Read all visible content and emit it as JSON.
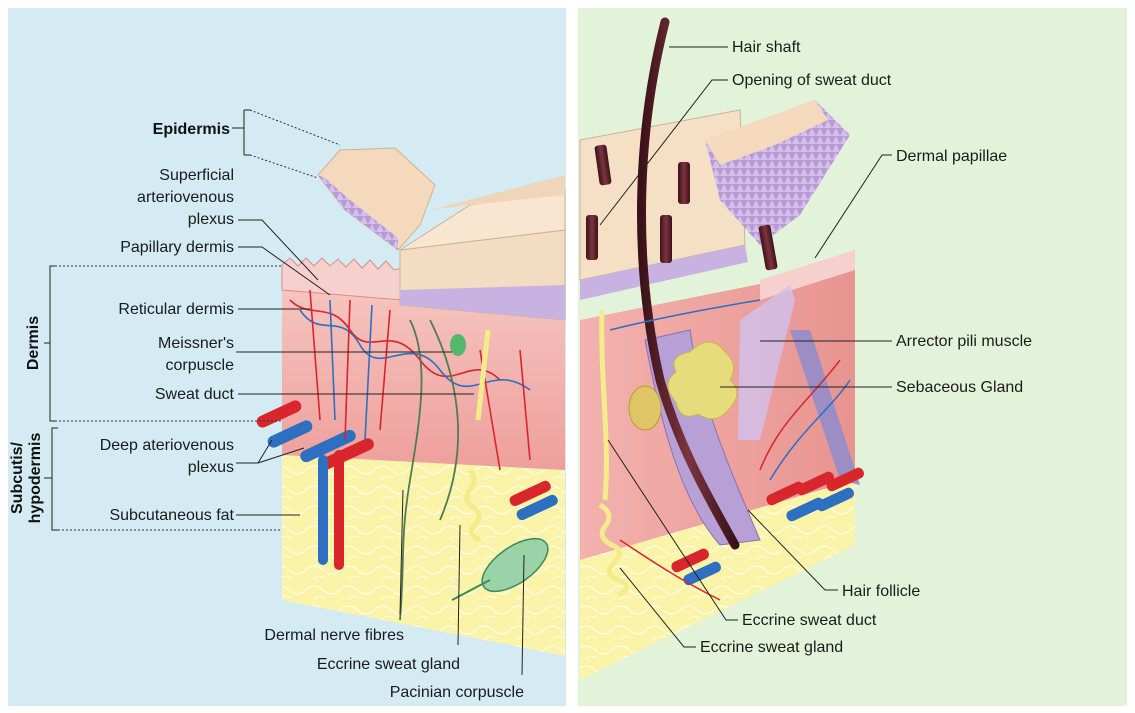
{
  "colors": {
    "left_panel_bg": "#d4ebf3",
    "right_panel_bg": "#e3f3da",
    "epidermis": "#f4dcc2",
    "epidermis_base": "#c9b3e0",
    "dermis": "#f2b6b2",
    "fat": "#fbf3a8",
    "artery": "#d9262c",
    "vein": "#2d6fc0",
    "nerve": "#4d7d53",
    "hair": "#5a2530",
    "sebaceous": "#e7dc7c"
  },
  "layers": {
    "epidermis": "Epidermis",
    "dermis": "Dermis",
    "subcutis_line1": "Subcutis/",
    "subcutis_line2": "hypodermis"
  },
  "left_labels": {
    "superficial_1": "Superficial",
    "superficial_2": "arteriovenous",
    "superficial_3": "plexus",
    "papillary": "Papillary dermis",
    "reticular": "Reticular dermis",
    "meissner_1": "Meissner's",
    "meissner_2": "corpuscle",
    "sweat_duct": "Sweat duct",
    "deep_1": "Deep ateriovenous",
    "deep_2": "plexus",
    "subcutaneous_fat": "Subcutaneous fat"
  },
  "bottom_labels": {
    "dermal_nerve": "Dermal nerve fibres",
    "eccrine_gland_left": "Eccrine sweat gland",
    "pacinian": "Pacinian corpuscle"
  },
  "right_labels": {
    "hair_shaft": "Hair shaft",
    "opening": "Opening of sweat duct",
    "dermal_papillae": "Dermal papillae",
    "arrector": "Arrector pili muscle",
    "sebaceous": "Sebaceous Gland",
    "hair_follicle": "Hair follicle",
    "eccrine_duct": "Eccrine sweat duct",
    "eccrine_gland_right": "Eccrine sweat gland"
  }
}
